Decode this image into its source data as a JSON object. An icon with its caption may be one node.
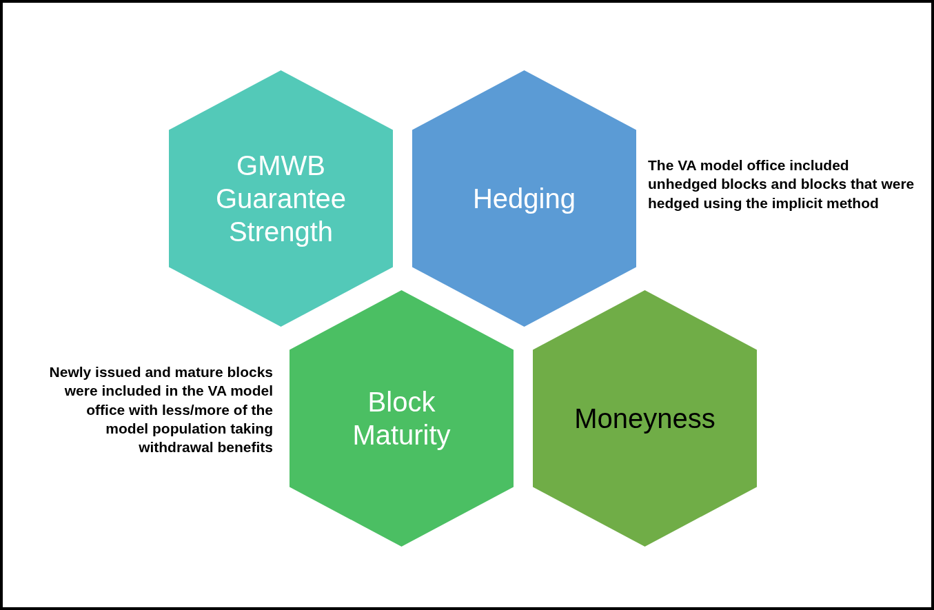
{
  "diagram": {
    "nodes": [
      {
        "text": [
          "GMWB Guarantee Strength"
        ]
      },
      {
        "text": [
          "Hedging"
        ],
        "beside": [
          "The VA model office included unhedged blocks and blocks that were hedged using the implicit method"
        ]
      },
      {
        "text": [
          "Block Maturity"
        ],
        "beside": [
          "Newly issued and mature blocks were included in the VA model office with less/more of the model population taking withdrawal benefits"
        ]
      },
      {
        "text": [
          "Moneyness"
        ]
      }
    ],
    "edges": []
  }
}
